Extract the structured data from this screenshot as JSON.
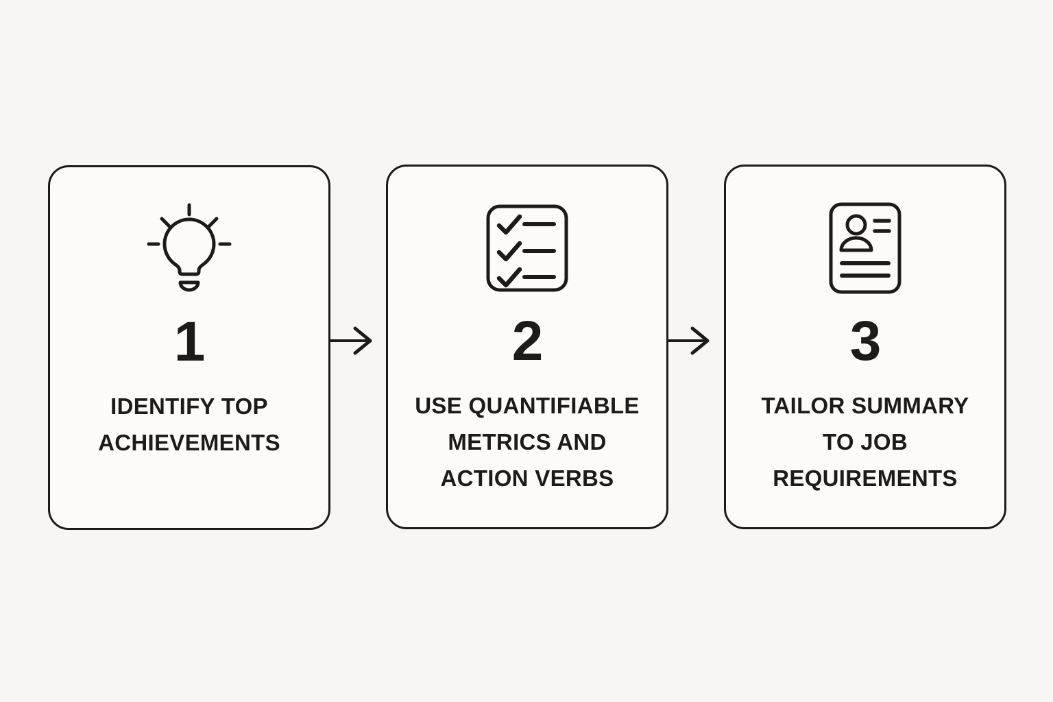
{
  "colors": {
    "background": "#f7f6f3",
    "card_background": "#fcfbf9",
    "stroke": "#1c1b19",
    "text": "#1c1b19"
  },
  "steps": [
    {
      "number": "1",
      "icon": "lightbulb-icon",
      "label": "IDENTIFY TOP ACHIEVEMENTS",
      "label_lines": [
        "IDENTIFY TOP",
        "ACHIEVEMENTS"
      ]
    },
    {
      "number": "2",
      "icon": "checklist-icon",
      "label": "USE QUANTIFIABLE METRICS AND ACTION VERBS",
      "label_lines": [
        "USE QUANTIFIABLE",
        "METRICS AND",
        "ACTION VERBS"
      ]
    },
    {
      "number": "3",
      "icon": "resume-icon",
      "label": "TAILOR SUMMARY TO JOB REQUIREMENTS",
      "label_lines": [
        "TAILOR SUMMARY",
        "TO JOB",
        "REQUIREMENTS"
      ]
    }
  ],
  "arrows": [
    {
      "icon": "arrow-right-icon"
    },
    {
      "icon": "arrow-right-icon"
    }
  ]
}
